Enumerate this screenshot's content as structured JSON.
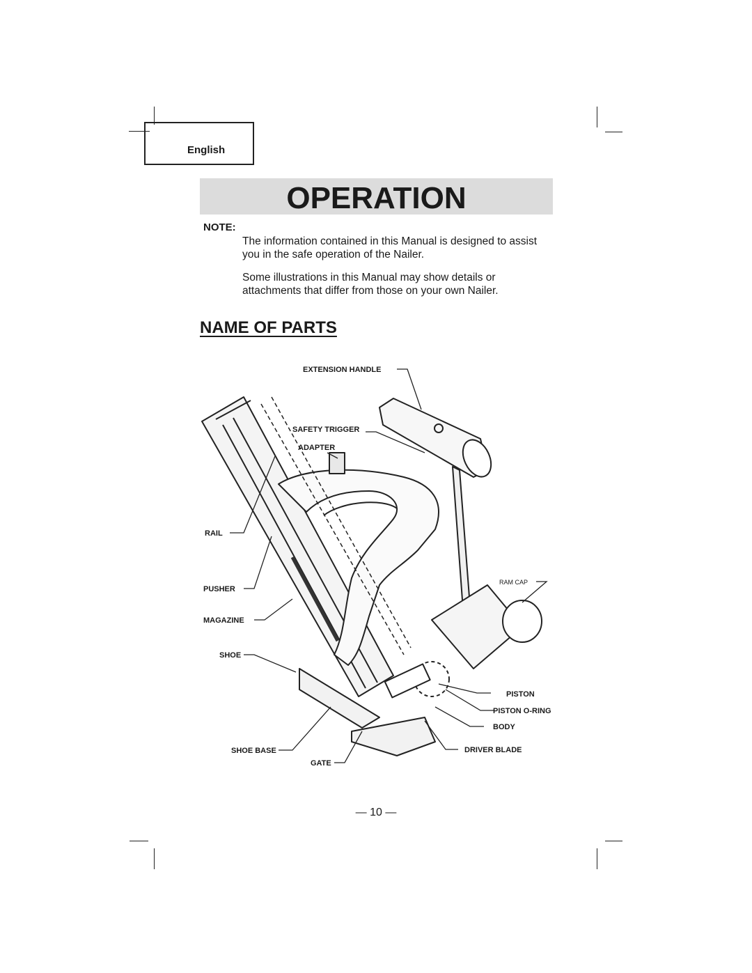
{
  "header": {
    "language_tab": "English"
  },
  "title": "OPERATION",
  "note": {
    "label": "NOTE:",
    "paragraphs": [
      "The information contained in this Manual is designed to assist you in the safe operation of the Nailer.",
      "Some illustrations in this Manual may show details or attachments that differ from those on your own Nailer."
    ]
  },
  "section_title": "NAME OF PARTS",
  "parts": {
    "extension_handle": "EXTENSION HANDLE",
    "safety_trigger": "SAFETY TRIGGER",
    "adapter": "ADAPTER",
    "rail": "RAIL",
    "pusher": "PUSHER",
    "magazine": "MAGAZINE",
    "shoe": "SHOE",
    "shoe_base": "SHOE BASE",
    "gate": "GATE",
    "ram_cap": "RAM CAP",
    "piston": "PISTON",
    "piston_o_ring": "PISTON O-RING",
    "body": "BODY",
    "driver_blade": "DRIVER BLADE"
  },
  "footer": {
    "page_number": "— 10 —"
  }
}
